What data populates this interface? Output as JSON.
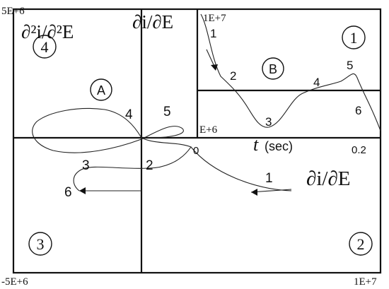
{
  "outer_plot": {
    "y_max_label": "5E+6",
    "y_min_label": "-5E+6",
    "x_max_label": "1E+7",
    "x_axis_label": "∂i/∂E",
    "y_axis_label": "∂²i/∂²E",
    "curve_A_label": "A",
    "quadrant_labels": [
      "1",
      "2",
      "3",
      "4"
    ],
    "curve_A_point_labels": [
      "1",
      "2",
      "3",
      "4",
      "5",
      "6"
    ]
  },
  "inset_plot": {
    "curve_B_label": "B",
    "y_top_label": "1E+7",
    "y_axis_label": "∂i/∂E",
    "y_ref_label": "E+6",
    "x_zero_label": "0",
    "x_max_label": "0.2",
    "x_axis_var": "t",
    "x_axis_unit": "(sec)",
    "curve_B_point_labels": [
      "1",
      "2",
      "3",
      "4",
      "5",
      "6"
    ]
  },
  "colors": {
    "ink": "#111111",
    "background": "#ffffff"
  }
}
